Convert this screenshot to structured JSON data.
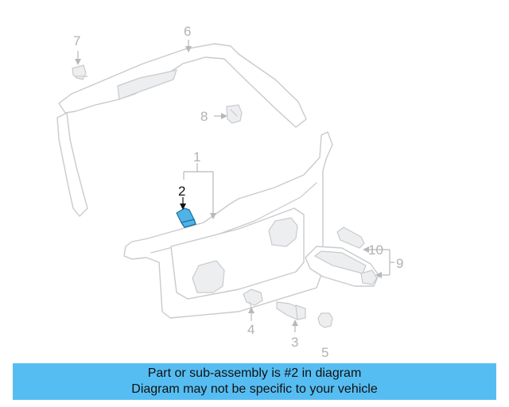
{
  "diagram": {
    "callouts": {
      "c1": "1",
      "c2": "2",
      "c3": "3",
      "c4": "4",
      "c5": "5",
      "c6": "6",
      "c7": "7",
      "c8": "8",
      "c9": "9",
      "c10": "10"
    },
    "highlighted_part": "2",
    "highlight_color": "#4fb3e8"
  },
  "banner": {
    "line1": "Part or sub-assembly is #2 in diagram",
    "line2": "Diagram may not be specific to your vehicle",
    "background": "#56bdf2"
  }
}
